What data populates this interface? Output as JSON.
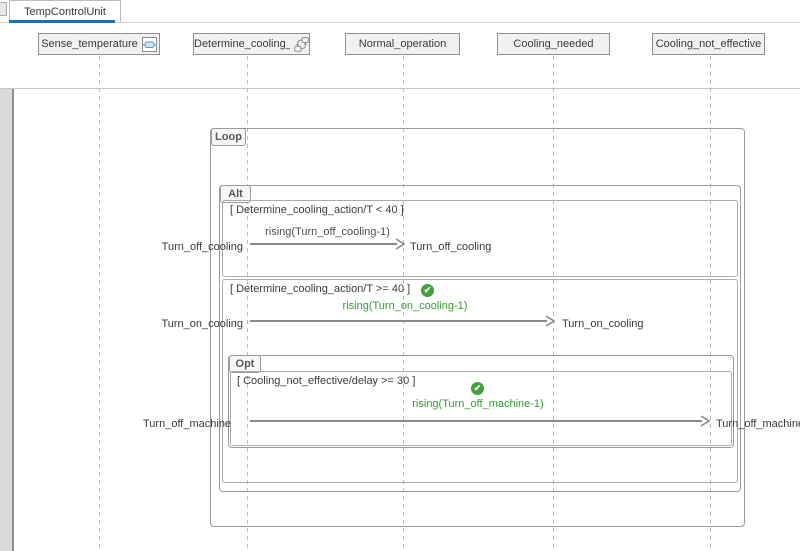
{
  "tab": {
    "title": "TempControlUnit"
  },
  "lifelines": [
    {
      "label": "Sense_temperature",
      "icon": "subsystem-icon"
    },
    {
      "label": "Determine_cooling_a...",
      "icon": "stateflow-chart-icon"
    },
    {
      "label": "Normal_operation",
      "icon": ""
    },
    {
      "label": "Cooling_needed",
      "icon": ""
    },
    {
      "label": "Cooling_not_effective",
      "icon": ""
    }
  ],
  "fragments": {
    "loop": {
      "label": "Loop"
    },
    "alt": {
      "label": "Alt",
      "operands": [
        {
          "guard": "[ Determine_cooling_action/T < 40 ]"
        },
        {
          "guard": "[ Determine_cooling_action/T >= 40 ]"
        }
      ]
    },
    "opt": {
      "label": "Opt",
      "operands": [
        {
          "guard": "[ Cooling_not_effective/delay >= 30 ]"
        }
      ]
    }
  },
  "messages": [
    {
      "label": "rising(Turn_off_cooling-1)",
      "source_event": "Turn_off_cooling",
      "target_event": "Turn_off_cooling",
      "status": "unchecked"
    },
    {
      "label": "rising(Turn_on_cooling-1)",
      "source_event": "Turn_on_cooling",
      "target_event": "Turn_on_cooling",
      "status": "pass"
    },
    {
      "label": "rising(Turn_off_machine-1)",
      "source_event": "Turn_off_machine",
      "target_event": "Turn_off_machine",
      "status": "pass"
    }
  ],
  "icons": {
    "pass_check_glyph": "✔"
  },
  "colors": {
    "tab_accent": "#1b6fbb",
    "pass_green": "#3fa23f",
    "message_gray": "#8a8a8a",
    "lifeline_dash": "#bcbcbc"
  }
}
